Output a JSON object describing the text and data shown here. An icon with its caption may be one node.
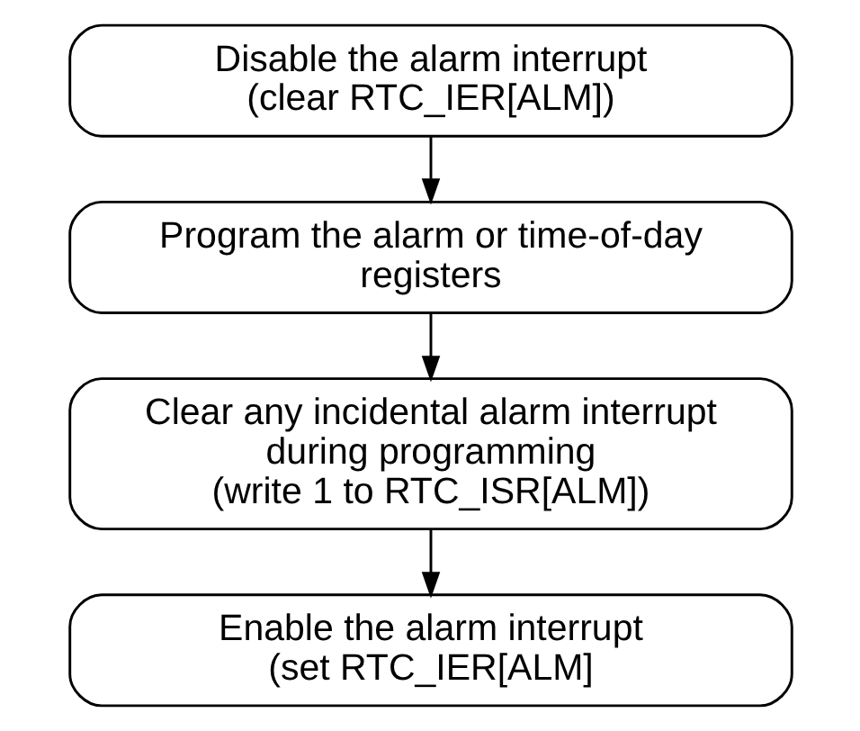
{
  "diagram": {
    "nodes": [
      {
        "text": [
          "Disable the alarm interrupt",
          "(clear RTC_IER[ALM])"
        ]
      },
      {
        "text": [
          "Program the alarm or time-of-day registers"
        ]
      },
      {
        "text": [
          "Clear any incidental alarm interrupt during programming",
          "(write 1 to RTC_ISR[ALM])"
        ]
      },
      {
        "text": [
          "Enable the alarm interrupt",
          "(set RTC_IER[ALM]"
        ]
      }
    ],
    "edges": [
      {
        "from": 0,
        "to": 1,
        "arrow": "to"
      },
      {
        "from": 1,
        "to": 2,
        "arrow": "to"
      },
      {
        "from": 2,
        "to": 3,
        "arrow": "to"
      }
    ]
  }
}
